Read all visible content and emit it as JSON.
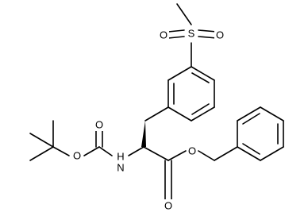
{
  "atoms": {
    "s": "S",
    "o_s1": "O",
    "o_s2": "O",
    "nh": "H",
    "n": "N",
    "o_boc_ether": "O",
    "o_boc_carbonyl": "O",
    "o_ester_ether": "O",
    "o_ester_carbonyl": "O"
  }
}
